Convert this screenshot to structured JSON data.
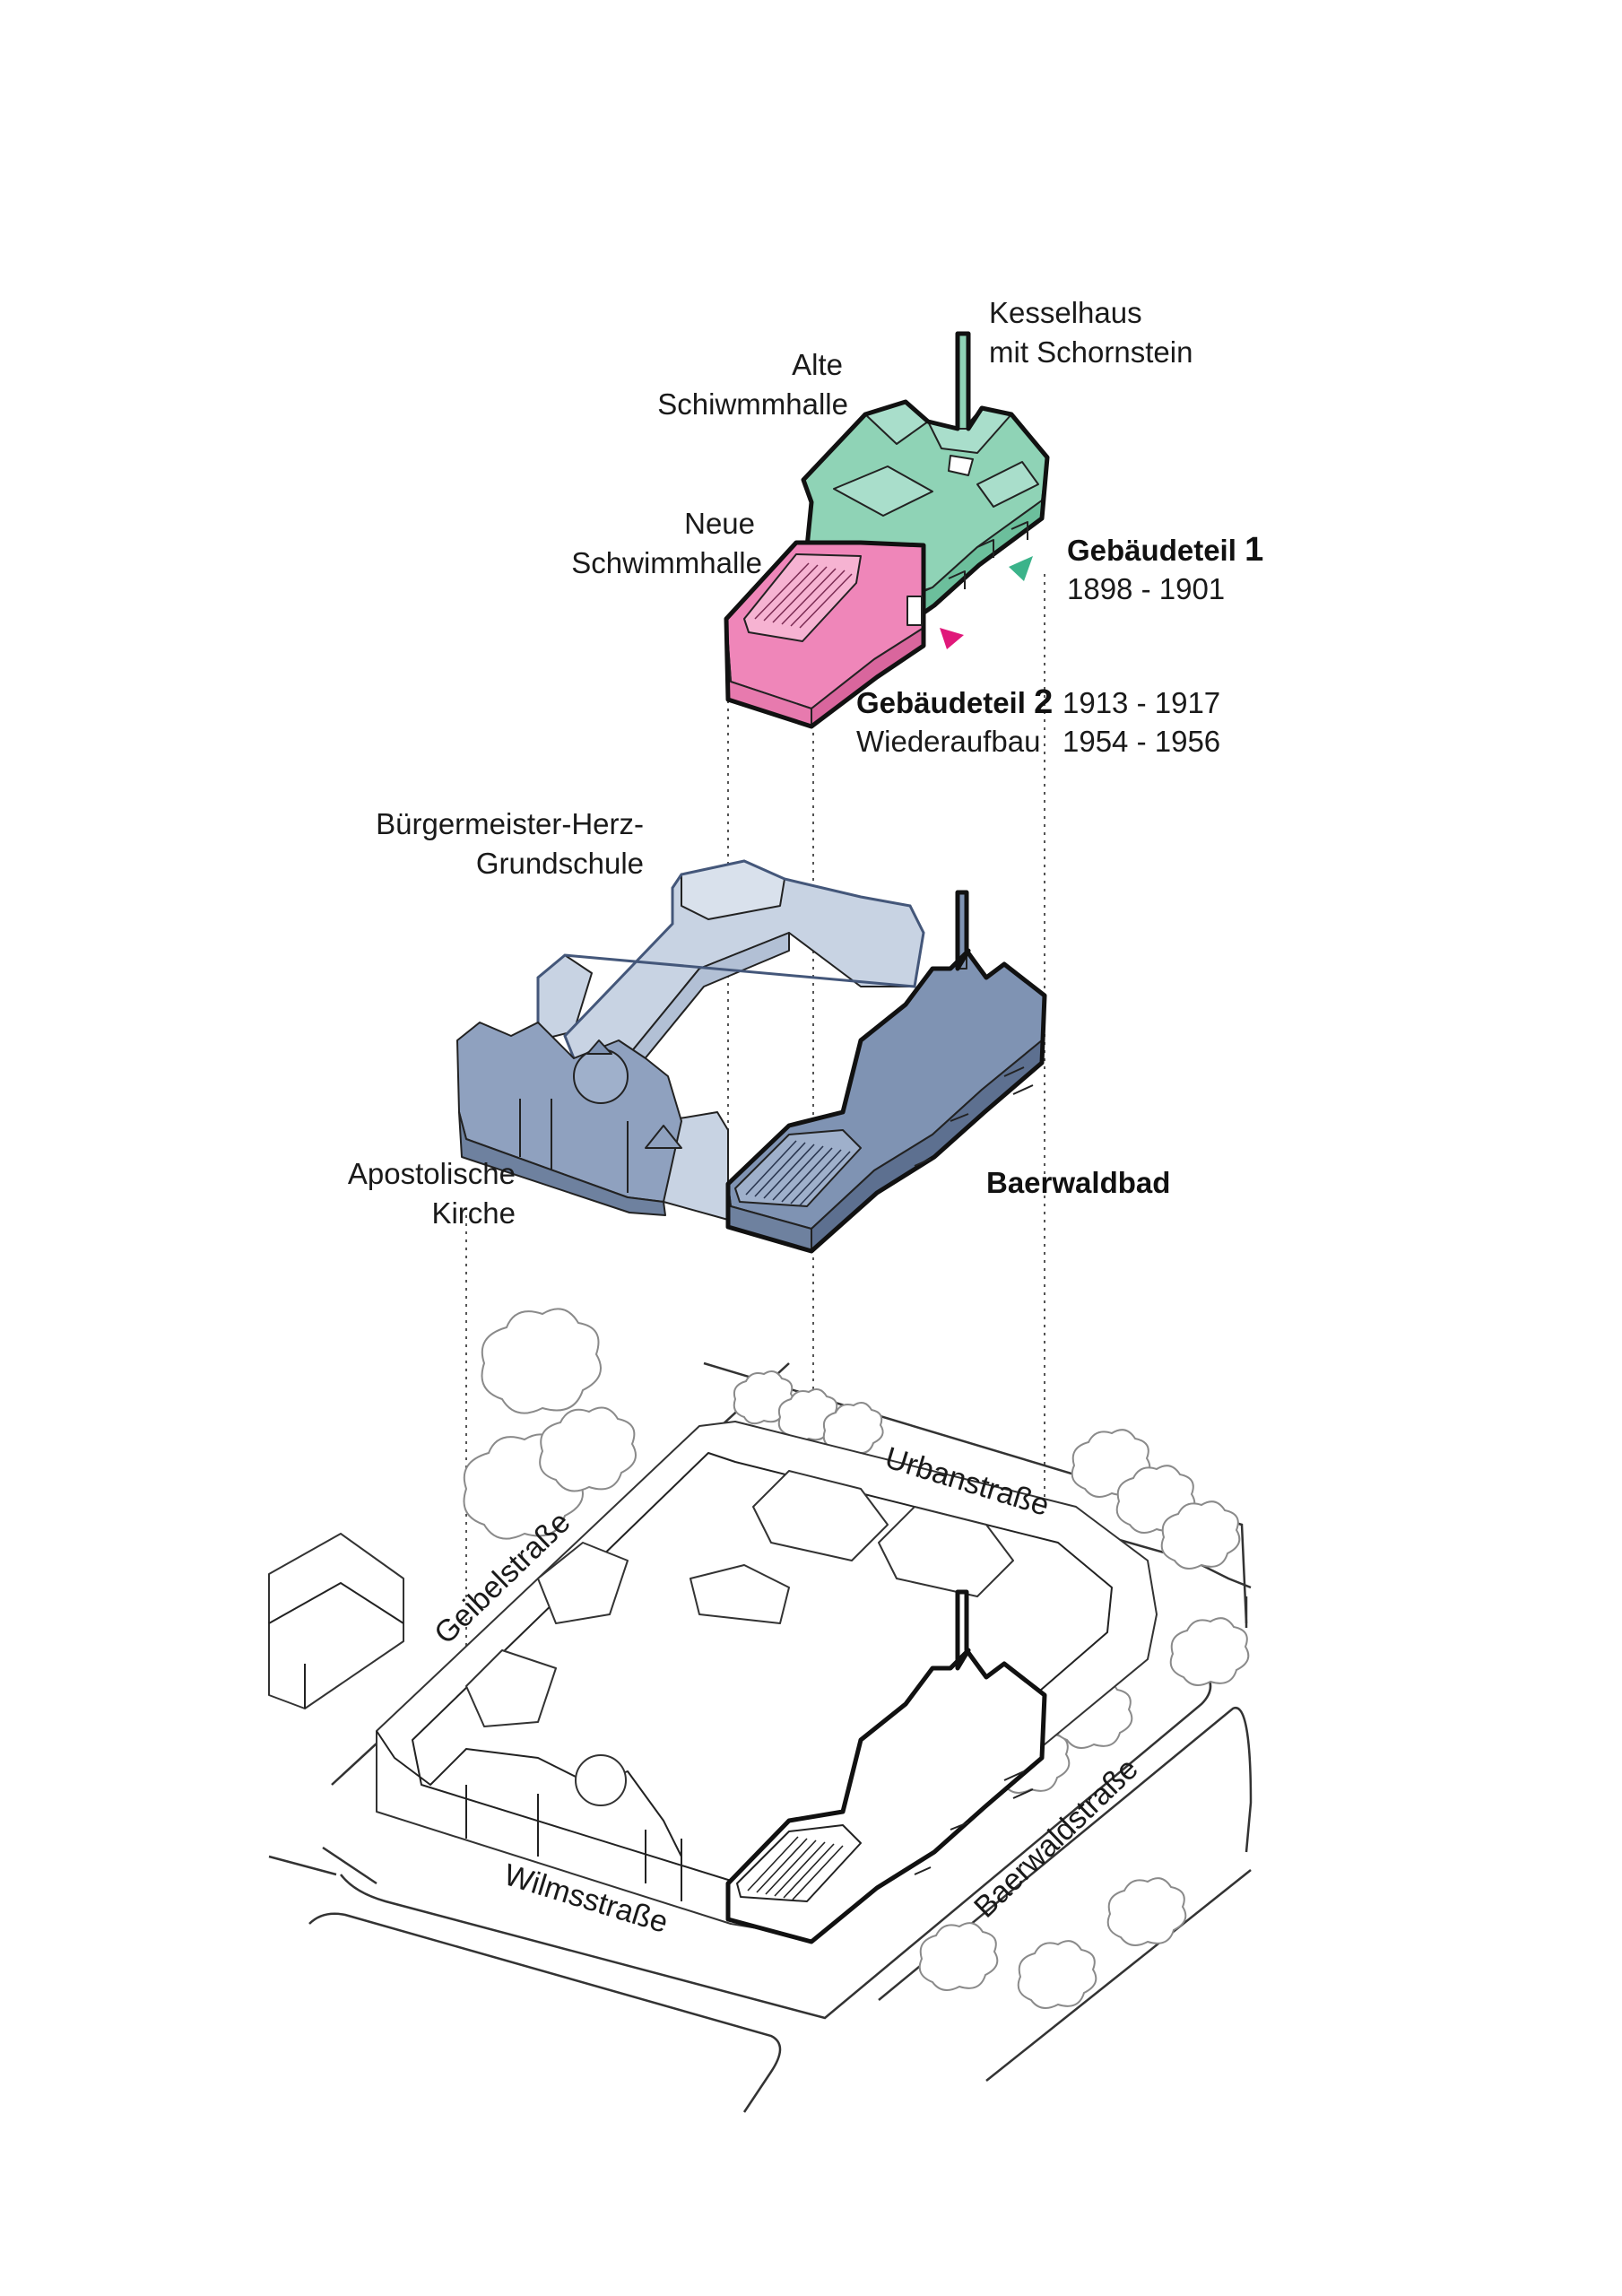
{
  "colors": {
    "gebaeudeteil_1": "#8fd3b6",
    "gebaeudeteil_2": "#ef86b9",
    "marker_1": "#3bb38a",
    "marker_2": "#e0187a",
    "baerwaldbad_blue": "#7f93b3",
    "school_blue": "#c8d3e3",
    "outline": "#111111"
  },
  "top": {
    "kesselhaus": {
      "line1": "Kesselhaus",
      "line2": "mit Schornstein"
    },
    "alte": {
      "line1": "Alte",
      "line2": "Schiwmmhalle"
    },
    "neue": {
      "line1": "Neue",
      "line2": "Schwimmhalle"
    },
    "teil1": {
      "label": "Gebäudeteil ",
      "number": "1",
      "years": "1898 - 1901"
    },
    "teil2": {
      "label": "Gebäudeteil ",
      "number": "2",
      "years": "1913 - 1917",
      "rebuild_label": "Wiederaufbau",
      "rebuild_years": "1954 - 1956"
    }
  },
  "middle": {
    "school": {
      "line1": "Bürgermeister-Herz-",
      "line2": "Grundschule"
    },
    "church": {
      "line1": "Apostolische",
      "line2": "Kirche"
    },
    "bath": "Baerwaldbad"
  },
  "streets": {
    "urban": "Urbanstraße",
    "geibel": "Geibelstraße",
    "wilms": "Wilmsstraße",
    "baerwald": "Baerwaldstraße"
  }
}
